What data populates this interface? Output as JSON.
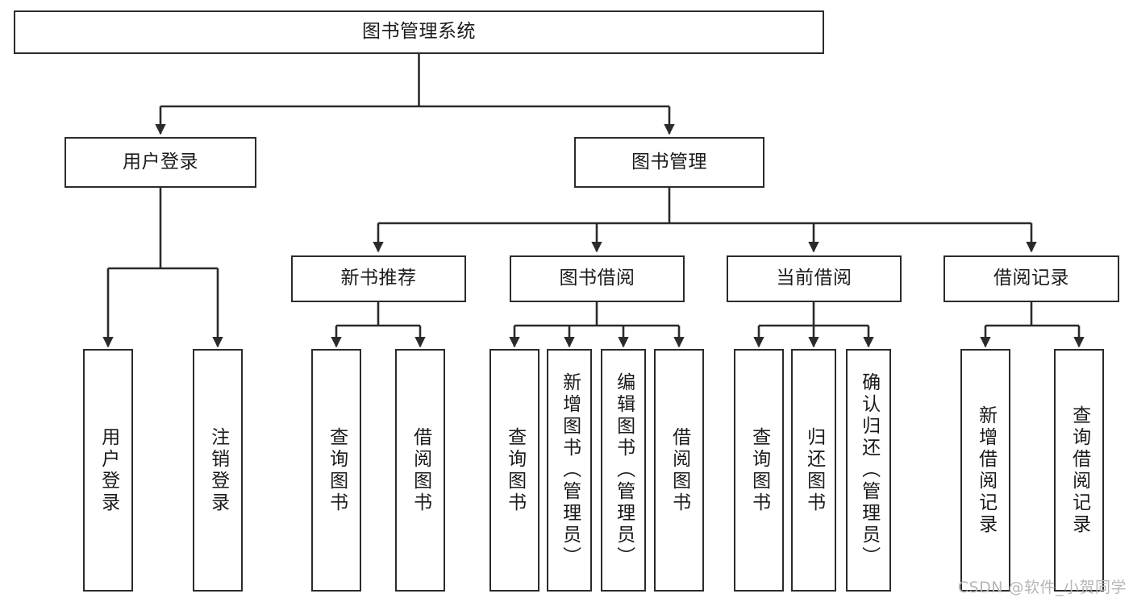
{
  "diagram": {
    "title": "图书管理系统",
    "type": "hierarchy-tree",
    "watermark": "CSDN @软件_小贺同学",
    "colors": {
      "box_border": "#2b2b2b",
      "box_fill": "#ffffff",
      "connector": "#2b2b2b",
      "text": "#1a1a1a",
      "watermark": "#b6b6b6"
    },
    "nodes": {
      "root": {
        "label": "图书管理系统",
        "level": 1
      },
      "user_login": {
        "label": "用户登录",
        "level": 2
      },
      "book_manage": {
        "label": "图书管理",
        "level": 2
      },
      "new_book_rec": {
        "label": "新书推荐",
        "level": 3
      },
      "book_borrow": {
        "label": "图书借阅",
        "level": 3
      },
      "current_borrow": {
        "label": "当前借阅",
        "level": 3
      },
      "borrow_record": {
        "label": "借阅记录",
        "level": 3
      },
      "leaf_user_login": {
        "label": "用户登录",
        "level": 3
      },
      "leaf_logout": {
        "label": "注销登录",
        "level": 3
      },
      "leaf_query_book_1": {
        "label": "查询图书",
        "level": 4
      },
      "leaf_borrow_book_1": {
        "label": "借阅图书",
        "level": 4
      },
      "leaf_query_book_2": {
        "label": "查询图书",
        "level": 4
      },
      "leaf_add_book": {
        "label": "新增图书（管理员）",
        "level": 4
      },
      "leaf_edit_book": {
        "label": "编辑图书（管理员）",
        "level": 4
      },
      "leaf_borrow_book_2": {
        "label": "借阅图书",
        "level": 4
      },
      "leaf_query_book_3": {
        "label": "查询图书",
        "level": 4
      },
      "leaf_return_book": {
        "label": "归还图书",
        "level": 4
      },
      "leaf_confirm_return": {
        "label": "确认归还（管理员）",
        "level": 4
      },
      "leaf_add_record": {
        "label": "新增借阅记录",
        "level": 4
      },
      "leaf_query_record": {
        "label": "查询借阅记录",
        "level": 4
      }
    }
  }
}
